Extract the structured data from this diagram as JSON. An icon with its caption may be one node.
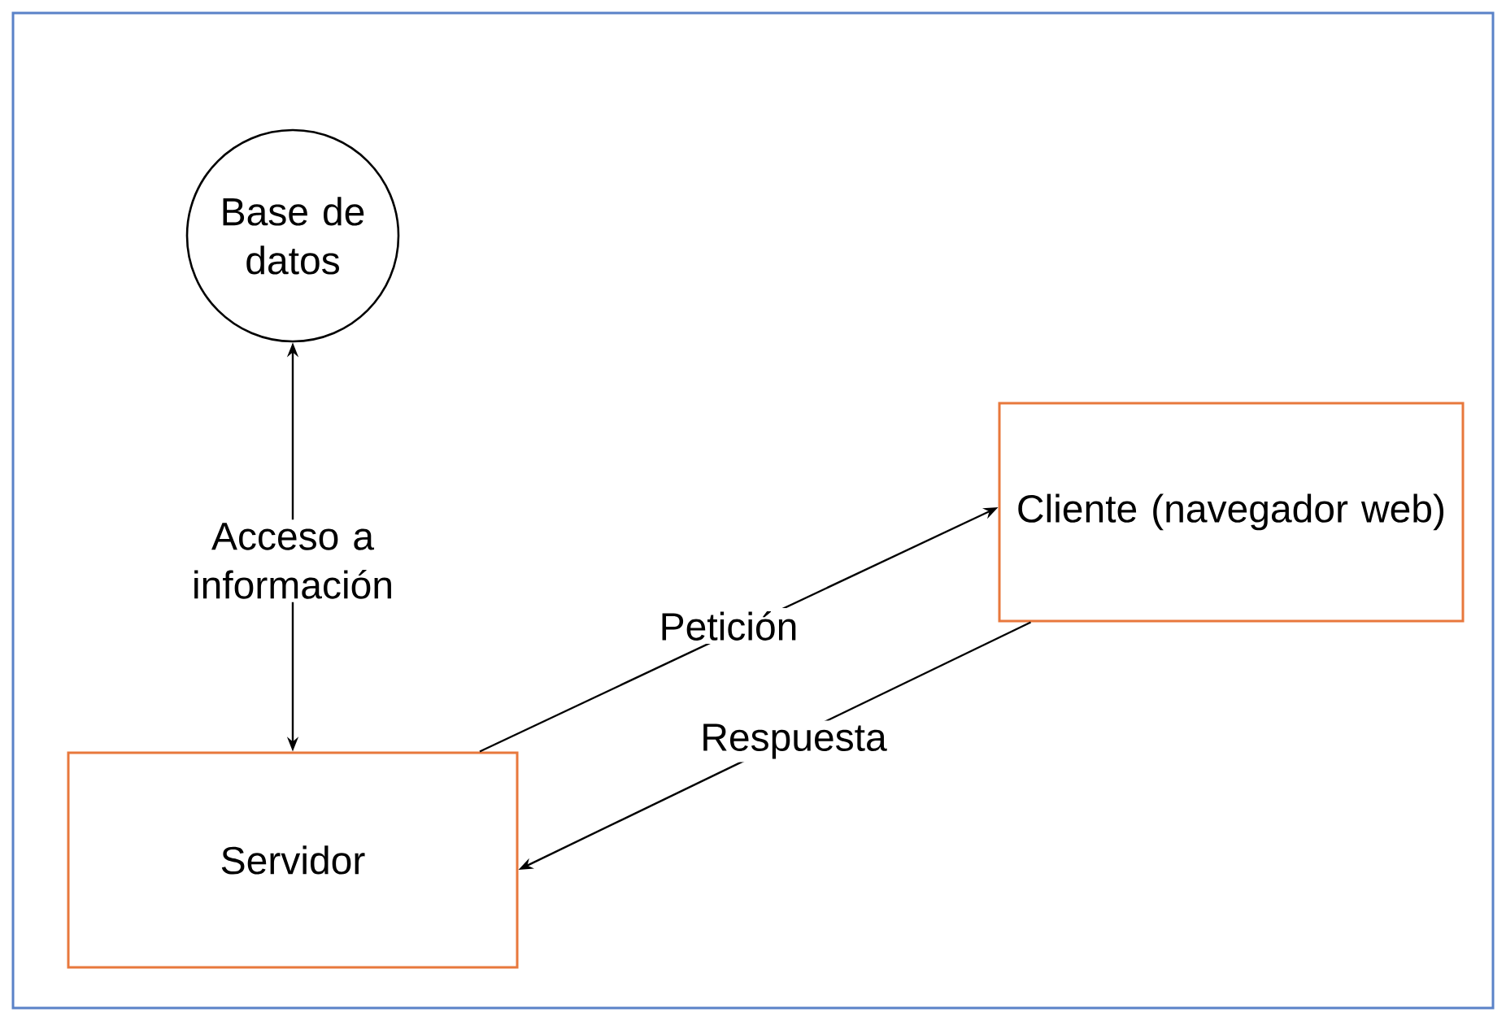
{
  "diagram": {
    "nodes": [
      {
        "text": [
          "Base de datos"
        ]
      },
      {
        "text": [
          "Cliente (navegador web)"
        ]
      },
      {
        "text": [
          "Servidor"
        ]
      }
    ],
    "edges": [
      {
        "from": 2,
        "to": 0,
        "arrow": "both",
        "label": "Acceso a información"
      },
      {
        "from": 2,
        "to": 1,
        "arrow": "to",
        "label": "Petición"
      },
      {
        "from": 1,
        "to": 2,
        "arrow": "to",
        "label": "Respuesta"
      }
    ]
  }
}
